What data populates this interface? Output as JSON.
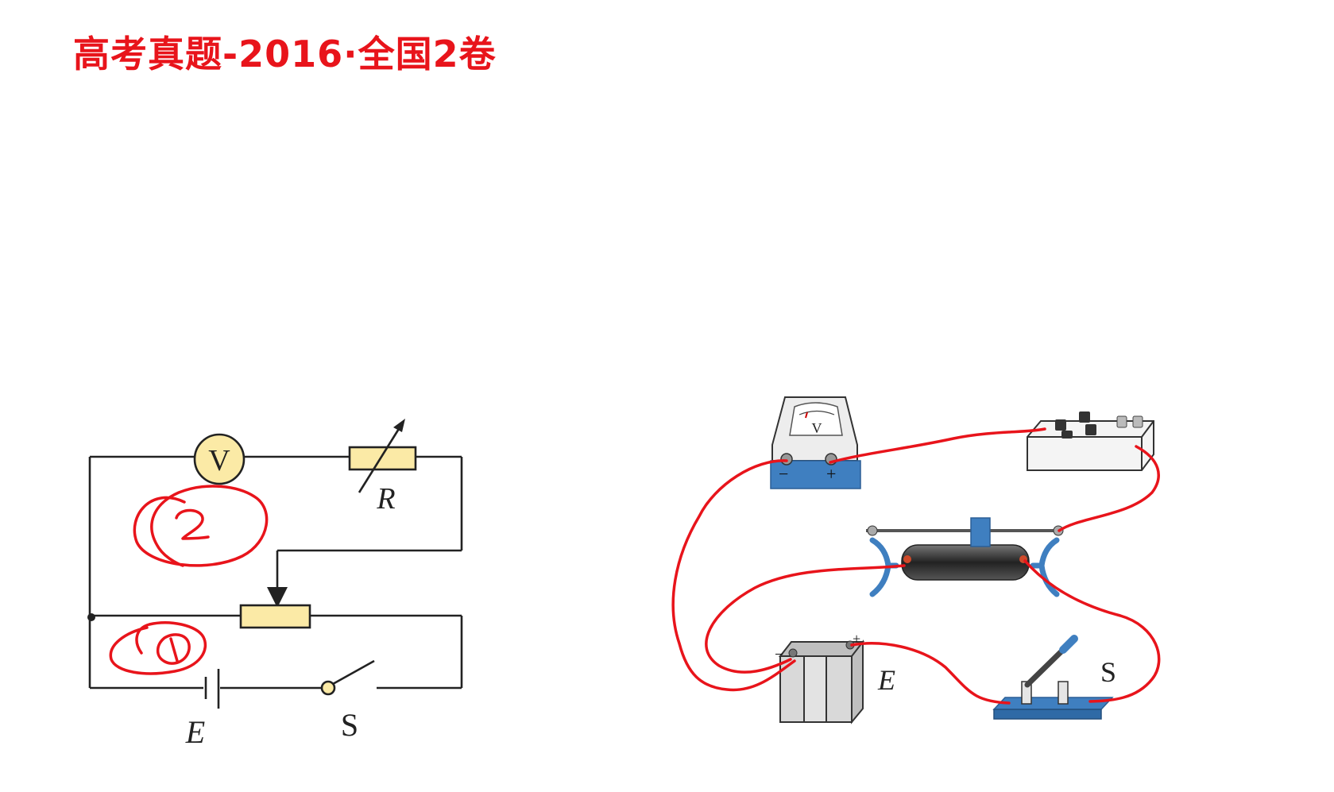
{
  "title": "高考真题-2016·全国2卷",
  "schematic": {
    "voltmeter_label": "V",
    "resistance_box_label": "R",
    "battery_label": "E",
    "switch_label": "S",
    "annotation_loop_1": "1",
    "annotation_loop_2": "2"
  },
  "apparatus": {
    "voltmeter_dial_label": "V",
    "voltmeter_minus": "−",
    "voltmeter_plus": "+",
    "battery_label": "E",
    "battery_minus": "−",
    "battery_plus": "+",
    "switch_label": "S"
  },
  "colors": {
    "title": "#e8141b",
    "annotation_ink": "#e8141b",
    "component_fill": "#fbeaa6",
    "apparatus_blue": "#3f7fc0"
  }
}
